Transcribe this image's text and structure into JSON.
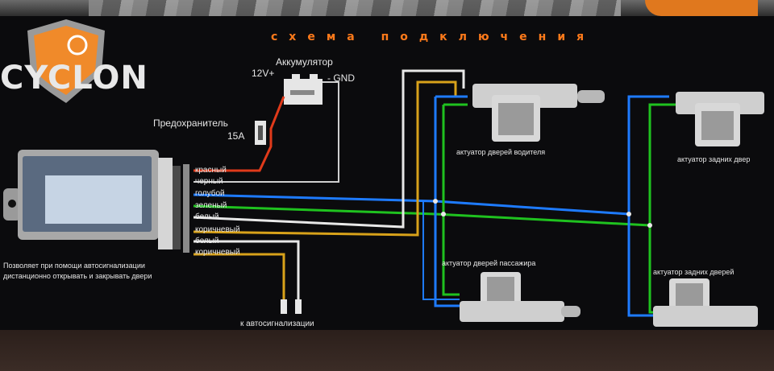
{
  "brand": "CYCLON",
  "title": "схема подключения",
  "battery": {
    "label": "Аккумулятор",
    "plus": "12V+",
    "gnd": "- GND"
  },
  "fuse": {
    "label": "Предохранитель",
    "rating": "15A"
  },
  "wires": [
    "красный",
    "черный",
    "голубой",
    "зеленый",
    "белый",
    "коричневый",
    "белый",
    "коричневый"
  ],
  "module_note": [
    "Позволяет при помощи автосигнализации",
    "дистанционно открывать и закрывать двери"
  ],
  "alarm_label": "к автосигнализации",
  "actuators": {
    "driver": "актуатор дверей водителя",
    "rear_top": "актуатор задних двер",
    "passenger": "актуатор дверей пассажира",
    "rear_bottom": "актуатор задних дверей"
  },
  "colors": {
    "red": "#e03a1a",
    "white": "#e8e8e8",
    "blue": "#1e7bff",
    "green": "#1fc21f",
    "gold": "#d8a21a",
    "orange": "#ff7a1a",
    "panel": "#0b0b0d"
  }
}
